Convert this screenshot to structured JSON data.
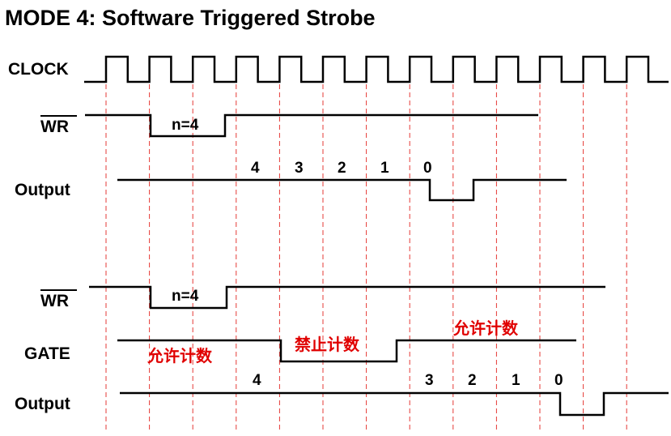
{
  "title": "MODE 4: Software Triggered Strobe",
  "colors": {
    "ink": "#000000",
    "guide": "#e53935",
    "annotation": "#e00000"
  },
  "labels": {
    "clock": "CLOCK",
    "wr_top": "WR",
    "output_top": "Output",
    "wr_bottom": "WR",
    "gate": "GATE",
    "output_bottom": "Output"
  },
  "annotations": {
    "n_top": "n=4",
    "n_bottom": "n=4",
    "count_top": [
      "4",
      "3",
      "2",
      "1",
      "0"
    ],
    "count_bottom": [
      "4",
      "3",
      "2",
      "1",
      "0"
    ],
    "gate_enable_1": "允许计数",
    "gate_disable": "禁止计数",
    "gate_enable_2": "允许计数"
  }
}
